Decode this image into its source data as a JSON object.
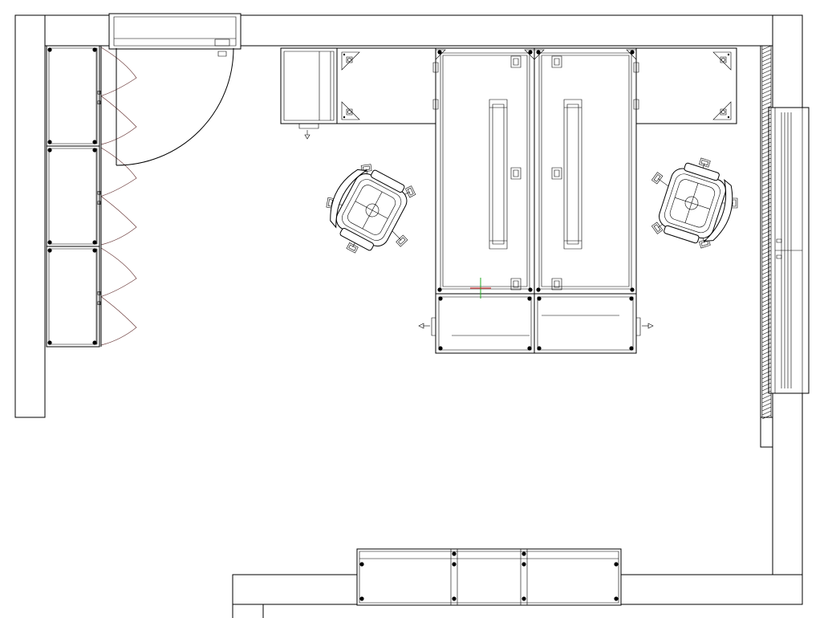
{
  "colors": {
    "line": "#000000",
    "background": "#ffffff",
    "door_leaf": "#6b3b3b",
    "cursor_vertical": "#22aa22",
    "cursor_horizontal": "#dd2222"
  },
  "icons": {
    "office_chairs": 2,
    "desks": 2,
    "drawer_units": 3,
    "wardrobe_doors": 3,
    "radiator_cabinets": 3
  }
}
